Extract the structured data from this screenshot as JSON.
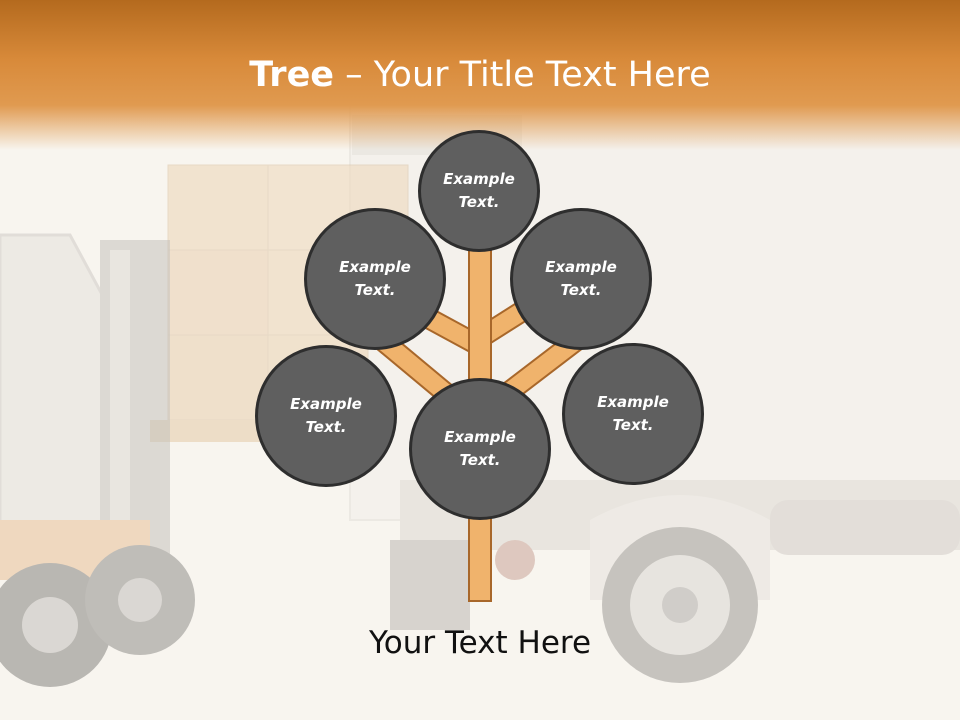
{
  "title": {
    "bold": "Tree",
    "rest": " – Your Title Text Here"
  },
  "nodes": [
    {
      "id": "top",
      "text": "Example\nText."
    },
    {
      "id": "upper-left",
      "text": "Example\nText."
    },
    {
      "id": "upper-right",
      "text": "Example\nText."
    },
    {
      "id": "lower-left",
      "text": "Example\nText."
    },
    {
      "id": "center",
      "text": "Example\nText."
    },
    {
      "id": "lower-right",
      "text": "Example\nText."
    }
  ],
  "caption": "Your Text Here",
  "colors": {
    "header": "#d88a3a",
    "branch": "#f0b36c",
    "branch_outline": "#a8672a",
    "node_fill": "#5f5f5f",
    "node_border": "#2e2e2e"
  }
}
